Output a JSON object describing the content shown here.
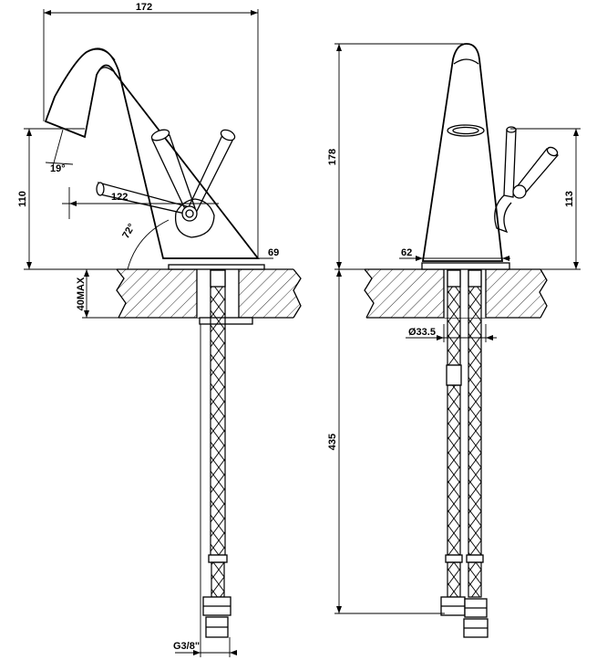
{
  "dimensions": {
    "width_total": "172",
    "spout_height": "110",
    "spout_angle": "19°",
    "spout_reach": "122",
    "lever_angle": "72°",
    "base_offset_left": "69",
    "max_deck_thickness": "40MAX",
    "connection_thread": "G3/8\"",
    "overall_height": "178",
    "lever_height": "113",
    "base_offset_side": "62",
    "shank_diameter": "Ø33.5",
    "hose_length": "435"
  }
}
